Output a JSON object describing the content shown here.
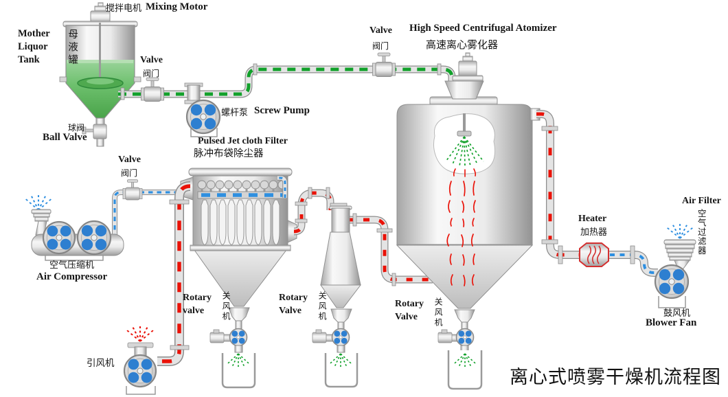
{
  "diagram_title": "离心式喷雾干燥机流程图",
  "labels": {
    "mixing_motor_zh": "搅拌电机",
    "mixing_motor_en": "Mixing Motor",
    "mother_liquor_tank_en": "Mother Liquor Tank",
    "mother_liquor_tank_zh": "母液罐",
    "feed_valve_en": "Valve",
    "feed_valve_zh": "阀门",
    "ball_valve_zh": "球阀",
    "ball_valve_en": "Ball Valve",
    "screw_pump_zh": "螺杆泵",
    "screw_pump_en": "Screw Pump",
    "bag_filter_en": "Pulsed Jet cloth Filter",
    "bag_filter_zh": "脉冲布袋除尘器",
    "air_valve_en": "Valve",
    "air_valve_zh": "阀门",
    "air_compressor_zh": "空气压缩机",
    "air_compressor_en": "Air Compressor",
    "induced_draft_fan_zh": "引风机",
    "rotary_valve_filter_en": "Rotary valve",
    "rotary_valve_filter_zh": "关风机",
    "rotary_valve_cyclone_en": "Rotary Valve",
    "rotary_valve_cyclone_zh": "关风机",
    "rotary_valve_dryer_en": "Rotary Valve",
    "rotary_valve_dryer_zh": "关风机",
    "atomizer_valve_en": "Valve",
    "atomizer_valve_zh": "阀门",
    "atomizer_en": "High Speed Centrifugal Atomizer",
    "atomizer_zh": "高速离心雾化器",
    "heater_en": "Heater",
    "heater_zh": "加热器",
    "air_filter_en": "Air Filter",
    "air_filter_zh": "空气过滤器",
    "blower_fan_zh": "鼓风机",
    "blower_fan_en": "Blower Fan"
  },
  "flow_colors": {
    "liquid_green": "#12a12b",
    "air_blue": "#2e8fe0",
    "hot_red": "#ea1208",
    "impeller_blue": "#2e7fd0",
    "heater_red": "#d43030",
    "liquid_fill": "#63bb63"
  }
}
